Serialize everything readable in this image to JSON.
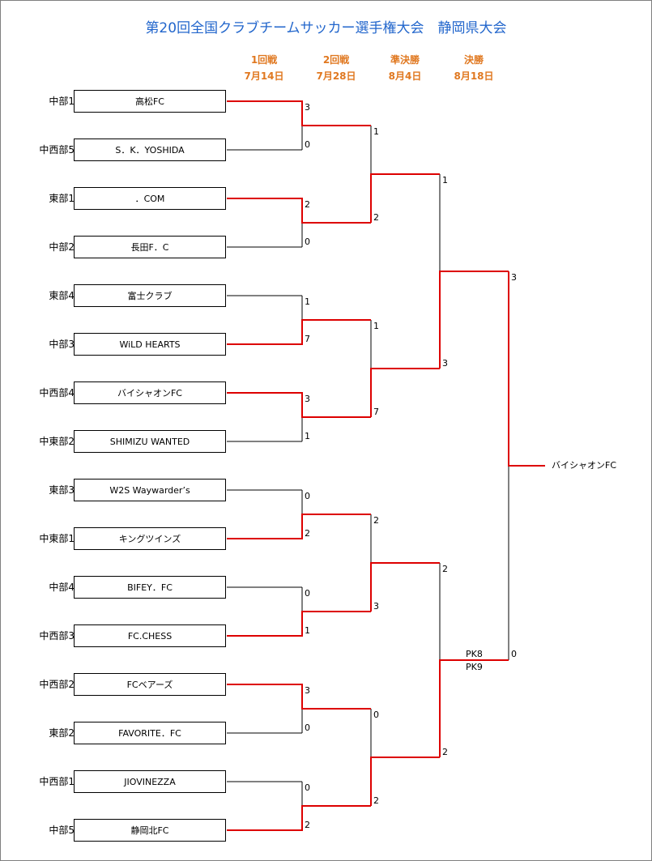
{
  "title": "第20回全国クラブチームサッカー選手権大会　静岡県大会",
  "rounds": [
    {
      "name": "1回戦",
      "date": "7月14日"
    },
    {
      "name": "2回戦",
      "date": "7月28日"
    },
    {
      "name": "準決勝",
      "date": "8月4日"
    },
    {
      "name": "決勝",
      "date": "8月18日"
    }
  ],
  "teams": [
    {
      "region": "中部1",
      "name": "高松FC"
    },
    {
      "region": "中西部5",
      "name": "S．K．YOSHIDA"
    },
    {
      "region": "東部1",
      "name": "．COM"
    },
    {
      "region": "中部2",
      "name": "長田F．C"
    },
    {
      "region": "東部4",
      "name": "富士クラブ"
    },
    {
      "region": "中部3",
      "name": "WiLD HEARTS"
    },
    {
      "region": "中西部4",
      "name": "バイシャオンFC"
    },
    {
      "region": "中東部2",
      "name": "SHIMIZU WANTED"
    },
    {
      "region": "東部3",
      "name": "W2S Waywarder’s"
    },
    {
      "region": "中東部1",
      "name": "キングツインズ"
    },
    {
      "region": "中部4",
      "name": "BIFEY．FC"
    },
    {
      "region": "中西部3",
      "name": "FC.CHESS"
    },
    {
      "region": "中西部2",
      "name": "FCベアーズ"
    },
    {
      "region": "東部2",
      "name": "FAVORITE．FC"
    },
    {
      "region": "中西部1",
      "name": "JIOVINEZZA"
    },
    {
      "region": "中部5",
      "name": "静岡北FC"
    }
  ],
  "scores": {
    "round1": [
      "3",
      "0",
      "2",
      "0",
      "1",
      "7",
      "3",
      "1",
      "0",
      "2",
      "0",
      "1",
      "3",
      "0",
      "0",
      "2"
    ],
    "round2": [
      "1",
      "2",
      "1",
      "7",
      "2",
      "3",
      "0",
      "2"
    ],
    "semifinal": [
      "1",
      "3",
      "2",
      "2"
    ],
    "final": [
      "3",
      "0"
    ],
    "final_pk": [
      "PK8",
      "PK9"
    ]
  },
  "champion": "バイシャオンFC",
  "colors": {
    "title": "#2266cc",
    "round_label": "#e07820",
    "winner_line": "#dd0000",
    "line": "#000000"
  }
}
